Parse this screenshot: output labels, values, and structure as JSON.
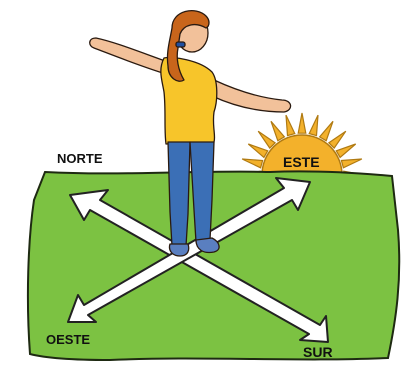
{
  "directions": {
    "north": "NORTE",
    "east": "ESTE",
    "west": "OESTE",
    "south": "SUR"
  },
  "colors": {
    "ground": "#7cc242",
    "ground_outline": "#1e2a12",
    "sky_background": "#ffffff",
    "sun": "#f3b12b",
    "shirt": "#f7c52a",
    "jeans": "#3b6fb6",
    "hair": "#c8651b",
    "skin": "#f2c19a",
    "arrow_fill": "#ffffff",
    "arrow_outline": "#222222"
  },
  "icons": {
    "sun": "rising-sun-icon",
    "person": "standing-girl-illustration"
  }
}
